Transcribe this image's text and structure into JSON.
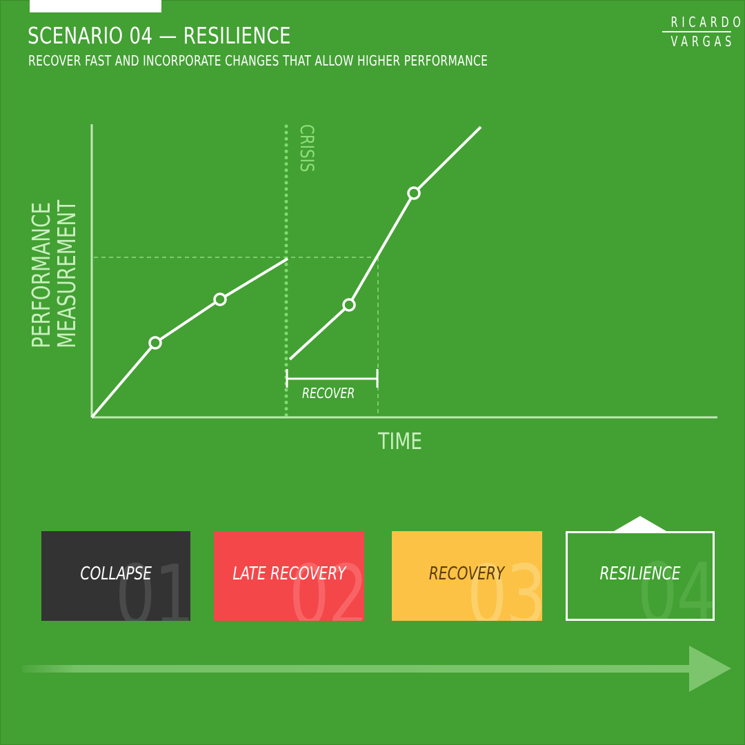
{
  "header": {
    "title": "SCENARIO 04 — RESILIENCE",
    "subtitle": "RECOVER FAST AND INCORPORATE CHANGES THAT ALLOW HIGHER PERFORMANCE"
  },
  "logo": {
    "line1": "RICARDO",
    "line2": "VARGAS"
  },
  "diagram": {
    "y_label_line1": "PERFORMANCE",
    "y_label_line2": "MEASUREMENT",
    "x_label": "TIME",
    "crisis_label": "CRISIS",
    "recover_label": "RECOVER"
  },
  "scenarios": [
    {
      "label": "COLLAPSE",
      "number": "01",
      "bg": "#333333",
      "text_color": "#ffffff",
      "num_color": "#4a4a4a"
    },
    {
      "label": "LATE RECOVERY",
      "number": "02",
      "bg": "#f4474a",
      "text_color": "#ffffff",
      "num_color": "#f86466"
    },
    {
      "label": "RECOVERY",
      "number": "03",
      "bg": "#fbc245",
      "text_color": "#5a3d0f",
      "num_color": "#fcd06a"
    },
    {
      "label": "RESILIENCE",
      "number": "04",
      "bg": "#43a033",
      "text_color": "#ffffff",
      "num_color": "#52ab43",
      "selected": true
    }
  ],
  "colors": {
    "background": "#43a033",
    "axis": "#bfe8b4",
    "crisis_line": "#7fdc6b",
    "arrow": "#7cc56d"
  }
}
